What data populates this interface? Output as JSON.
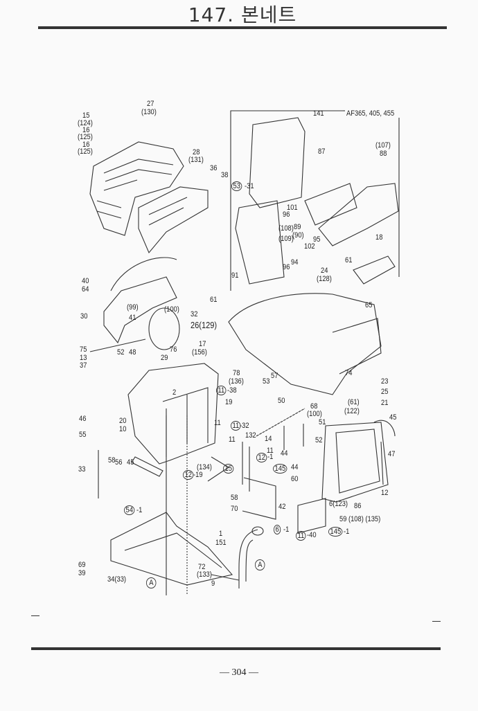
{
  "title": "147. 본네트",
  "page_number": "— 304 —",
  "variant_note": "AF365, 405, 455",
  "labels": [
    "27",
    "(130)",
    "15",
    "(124)",
    "16",
    "(125)",
    "16",
    "(125)",
    "28",
    "(131)",
    "36",
    "38",
    "141",
    "87",
    "(107)",
    "88",
    "53",
    "-31",
    "96",
    "101",
    "(108)",
    "89",
    "(109)",
    "(90)",
    "102",
    "95",
    "18",
    "96",
    "94",
    "61",
    "91",
    "24",
    "(128)",
    "40",
    "64",
    "30",
    "(99)",
    "41",
    "(100)",
    "32",
    "61",
    "26(129)",
    "65",
    "17",
    "(156)",
    "76",
    "29",
    "75",
    "13",
    "37",
    "52",
    "48",
    "78",
    "(136)",
    "53",
    "57",
    "11",
    "-38",
    "2",
    "19",
    "50",
    "74",
    "23",
    "25",
    "21",
    "(61)",
    "(122)",
    "68",
    "(100)",
    "51",
    "45",
    "46",
    "20",
    "10",
    "11",
    "-32",
    "11",
    "55",
    "132",
    "14",
    "11",
    "52",
    "44",
    "11",
    "12",
    "-1",
    "47",
    "58",
    "56",
    "45",
    "145",
    "44",
    "15",
    "33",
    "(134)",
    "12",
    "-19",
    "60",
    "12",
    "58",
    "70",
    "6(123)",
    "86",
    "42",
    "59 (108) (135)",
    "54",
    "-1",
    "6",
    "-1",
    "1",
    "151",
    "11",
    "-40",
    "145",
    "-1",
    "A",
    "A",
    "69",
    "39",
    "72",
    "(133)",
    "9",
    "34(33)"
  ]
}
